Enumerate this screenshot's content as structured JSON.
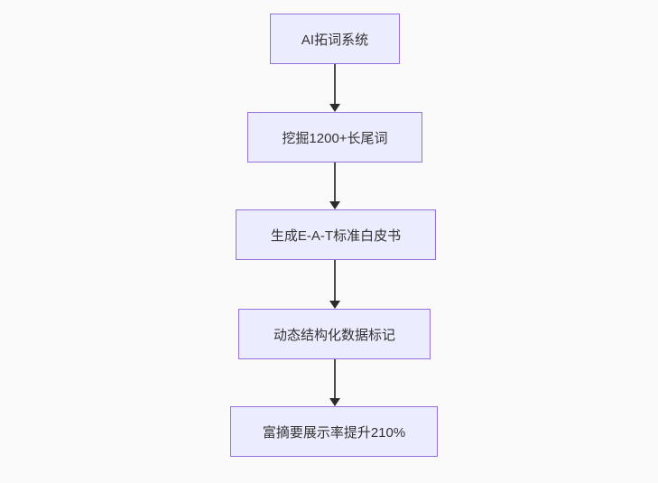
{
  "diagram": {
    "type": "flowchart",
    "direction": "top-down",
    "background_color": "#fafafa",
    "node_fill_color": "#ECECFF",
    "node_border_color": "#9370DB",
    "node_text_color": "#333333",
    "arrow_color": "#333333",
    "nodes": [
      {
        "label": "AI拓词系统"
      },
      {
        "label": "挖掘1200+长尾词"
      },
      {
        "label": "生成E-A-T标准白皮书"
      },
      {
        "label": "动态结构化数据标记"
      },
      {
        "label": "富摘要展示率提升210%"
      }
    ],
    "edges": [
      {
        "from": 0,
        "to": 1
      },
      {
        "from": 1,
        "to": 2
      },
      {
        "from": 2,
        "to": 3
      },
      {
        "from": 3,
        "to": 4
      }
    ]
  }
}
